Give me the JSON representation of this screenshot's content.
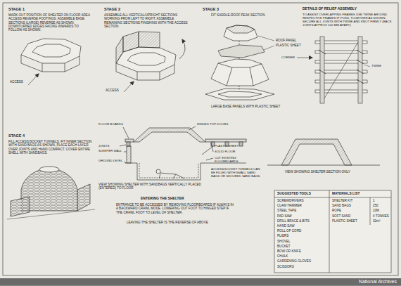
{
  "diagram": {
    "nodes": [
      {
        "text": [
          "National Archives"
        ]
      }
    ],
    "labels": [
      "STAGE 1",
      "MARK OUT POSITION OF SHELTER ON FLOOR AREA ACCESS REVERSE FOOTINGS. ASSEMBLE BASE SECTIONS (LARGE) REVERSE AS SHOWN, DOWNTURNED EDGES FACING INWARDS TO FOLLOW AS SHOWN.",
      "ACCESS",
      "STAGE 2",
      "ASSEMBLE ALL VERTICAL/UPRIGHT SECTIONS WORKING FROM LEFT TO RIGHT. ASSEMBLE REMAINING SECTIONS FINISHING WITH THE ACCESS SECTION.",
      "ACCESS",
      "STAGE 3",
      "FIT SADDLE-ROOF PEAK SECTION",
      "ROOF PANEL",
      "PLASTIC SHEET",
      "LARGE BASE PANELS WITH PLASTIC SHEET",
      "DETAILS OF RELIEF ASSEMBLY",
      "TO ASSIST OVERLAPPING FRAMES USE TWINE AROUND RESPECTIVE FRAMES IF POSS. TOGETHER AS SHOWN. SECURE ALL JOINTS WITH TWINE AND KNOT FIRMLY (BACK JOINTS APPROX 100 MM APART)",
      "CORNER",
      "TWINE",
      "STAGE 4",
      "FILL ACCESS/SOCKET TUNNELS. FIT INNER SECTION WITH SAND BAGS AS SHOWN, PLACE EACH LAYER OVER JOINTS AND HAND COMPACT. COVER ENTIRE SHELL WITH SANDBAGS.",
      "FLOOR BOARDS",
      "JOISTS",
      "SLEEPER WALL",
      "GROUND LEVEL",
      "HINGED TOP DOORS",
      "PLASTIC SHEET",
      "SOLID FLOOR",
      "CUT EXISTING FLOORBOARDS",
      "VIEW SHOWING SHELTER WITH SANDBAGS VERTICALLY PLACED (ENTERED) TO FLOOR",
      "ENTERING THE SHELTER",
      "ENTRANCE TO BE ACCESSED BY REMOVING FLOORBOARDS IF ALWAYS IN A BACKWARD CRAWL MODE. LOWERING OUT FOOT TO HINGED STEP IF THE CRAWL FOOT TO LEVEL OF SHELTER.",
      "LEAVING THE SHELTER IS THE REVERSE OF ABOVE",
      "ACCESS/SOCKET TUNNELS CAN BE FILLED WITH SMALL SAND BAGS OR SECURED SAND BAGS",
      "VIEW SHOWING SHELTER SECTION ONLY",
      "SUGGESTED TOOLS",
      "MATERIALS LIST",
      "SCREWDRIVERS",
      "CLAW HAMMER",
      "STEEL TAPE",
      "PAD SAW",
      "DRILL BRACE & BITS",
      "HAND SAW",
      "ROLL OF CORD",
      "PLIERS",
      "SHOVEL",
      "BUCKET",
      "BOW OR KNIFE",
      "CHALK",
      "GARDENING GLOVES",
      "SCISSORS",
      "SHELTER KIT",
      "1",
      "SAND BAGS",
      "250",
      "ROPE",
      "10M",
      "SOFT SAND",
      "4 TONNES",
      "PLASTIC SHEET",
      "32m²"
    ]
  }
}
